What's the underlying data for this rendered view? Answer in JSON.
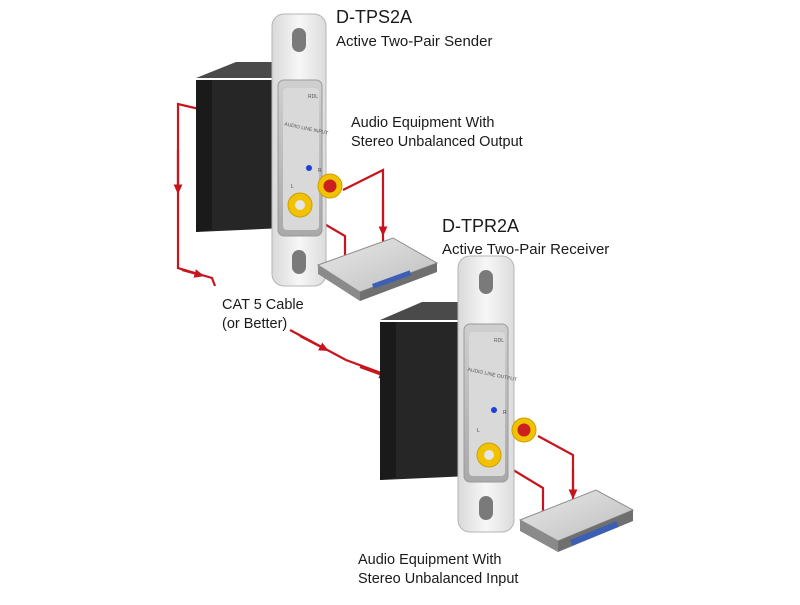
{
  "sender": {
    "model": "D-TPS2A",
    "description": "Active Two-Pair Sender",
    "plate_text": "AUDIO LINE INPUT",
    "badge": "RDL",
    "left_channel": "L",
    "right_channel": "R"
  },
  "receiver": {
    "model": "D-TPR2A",
    "description": "Active Two-Pair Receiver",
    "plate_text": "AUDIO LINE OUTPUT",
    "badge": "RDL",
    "left_channel": "L",
    "right_channel": "R"
  },
  "source_equipment": {
    "label_line1": "Audio Equipment With",
    "label_line2": "Stereo Unbalanced Output"
  },
  "destination_equipment": {
    "label_line1": "Audio Equipment With",
    "label_line2": "Stereo Unbalanced Input"
  },
  "cable": {
    "label_line1": "CAT 5 Cable",
    "label_line2": "(or Better)"
  },
  "colors": {
    "wire": "#c8141c",
    "rca_left": "#f2c200",
    "rca_right": "#cc1f1f",
    "led": "#1f3fd6",
    "box_dark": "#2a2a2a",
    "plate": "#f0f0f0"
  }
}
